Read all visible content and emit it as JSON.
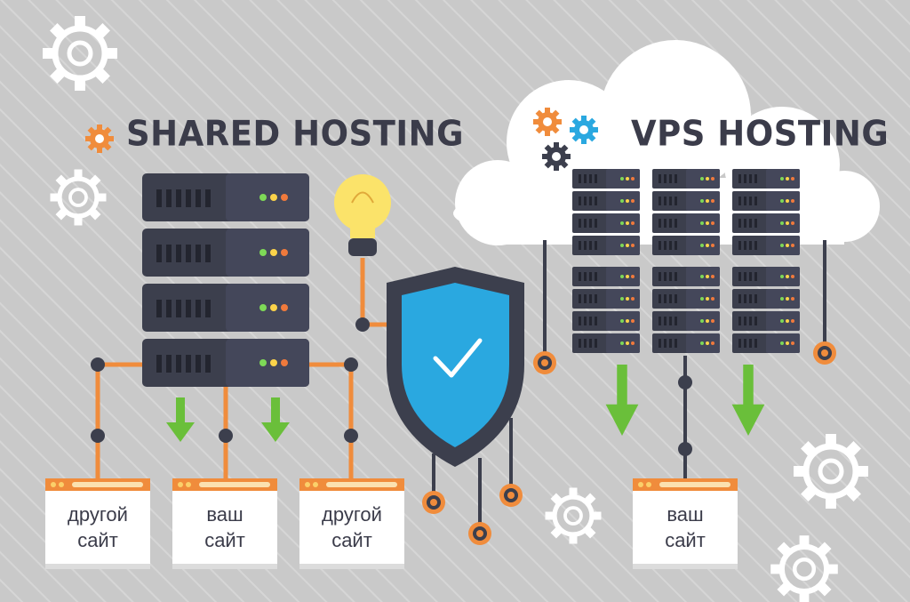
{
  "shared": {
    "title": "SHARED HOSTING"
  },
  "vps": {
    "title": "VPS HOSTING"
  },
  "sites": {
    "left": {
      "line1": "другой",
      "line2": "сайт"
    },
    "mid": {
      "line1": "ваш",
      "line2": "сайт"
    },
    "right": {
      "line1": "другой",
      "line2": "сайт"
    },
    "vps": {
      "line1": "ваш",
      "line2": "сайт"
    }
  },
  "colors": {
    "background": "#c9c9c9",
    "server": "#3c3f4d",
    "connector": "#f08c3c",
    "arrow": "#6abf3a",
    "shield": "#2aa8e0",
    "bulb": "#fbe36a",
    "cloud": "#ffffff"
  },
  "icons": [
    "gear-icon",
    "lightbulb-icon",
    "shield-check-icon",
    "down-arrow-icon",
    "server-rack-icon",
    "cloud-icon"
  ]
}
